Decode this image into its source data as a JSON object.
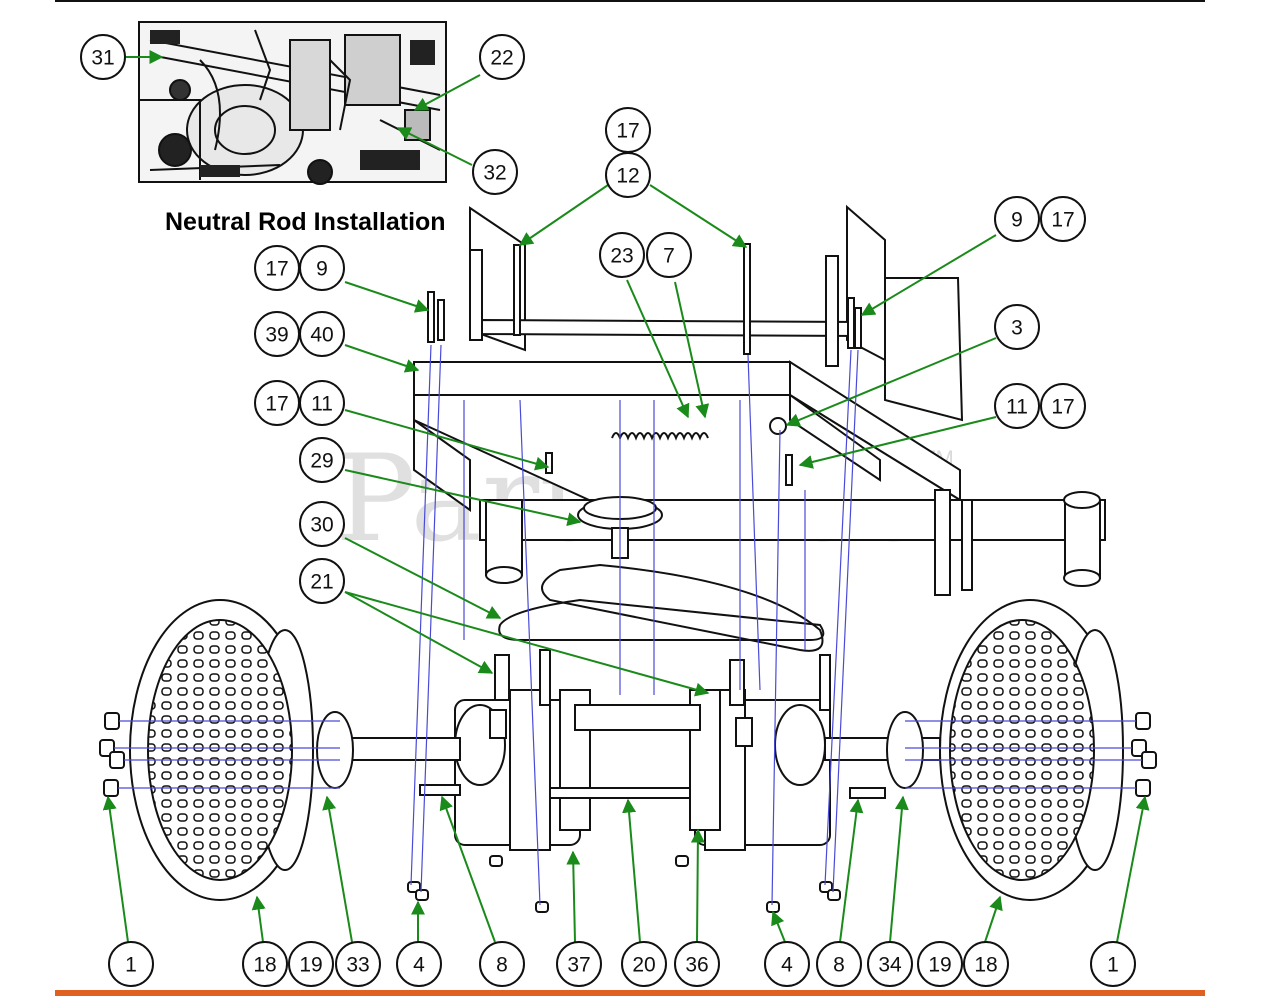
{
  "inset": {
    "title": "Neutral Rod Installation"
  },
  "watermark": {
    "text": "PartsTree",
    "tm": "TM"
  },
  "colors": {
    "leader": "#1a8a1a",
    "guide": "#4a4ad8",
    "bottom_rule": "#e06020",
    "line": "#111111"
  },
  "callouts": [
    {
      "id": "c31",
      "label": "31"
    },
    {
      "id": "c22",
      "label": "22"
    },
    {
      "id": "c32",
      "label": "32"
    },
    {
      "id": "c17a",
      "label": "17"
    },
    {
      "id": "c12",
      "label": "12"
    },
    {
      "id": "c9a",
      "label": "9"
    },
    {
      "id": "c17b",
      "label": "17"
    },
    {
      "id": "c17c",
      "label": "17"
    },
    {
      "id": "c9b",
      "label": "9"
    },
    {
      "id": "c23",
      "label": "23"
    },
    {
      "id": "c7",
      "label": "7"
    },
    {
      "id": "c39",
      "label": "39"
    },
    {
      "id": "c40",
      "label": "40"
    },
    {
      "id": "c3",
      "label": "3"
    },
    {
      "id": "c17d",
      "label": "17"
    },
    {
      "id": "c11a",
      "label": "11"
    },
    {
      "id": "c11b",
      "label": "11"
    },
    {
      "id": "c17e",
      "label": "17"
    },
    {
      "id": "c29",
      "label": "29"
    },
    {
      "id": "c30",
      "label": "30"
    },
    {
      "id": "c21",
      "label": "21"
    },
    {
      "id": "b1a",
      "label": "1"
    },
    {
      "id": "b18a",
      "label": "18"
    },
    {
      "id": "b19a",
      "label": "19"
    },
    {
      "id": "b33",
      "label": "33"
    },
    {
      "id": "b4a",
      "label": "4"
    },
    {
      "id": "b8a",
      "label": "8"
    },
    {
      "id": "b37",
      "label": "37"
    },
    {
      "id": "b20",
      "label": "20"
    },
    {
      "id": "b36",
      "label": "36"
    },
    {
      "id": "b4b",
      "label": "4"
    },
    {
      "id": "b8b",
      "label": "8"
    },
    {
      "id": "b34",
      "label": "34"
    },
    {
      "id": "b19b",
      "label": "19"
    },
    {
      "id": "b18b",
      "label": "18"
    },
    {
      "id": "b1b",
      "label": "1"
    }
  ]
}
